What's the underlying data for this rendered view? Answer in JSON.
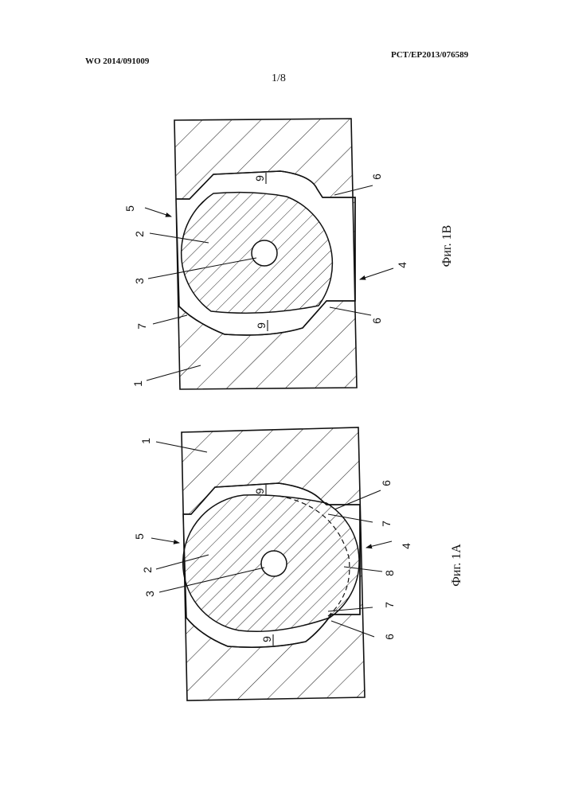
{
  "header": {
    "publication_number": "WO 2014/091009",
    "application_number": "PCT/EP2013/076589",
    "sheet": "1/8"
  },
  "figure_1b": {
    "caption": "Фиг. 1В",
    "labels": {
      "n5": "5",
      "n2": "2",
      "n3": "3",
      "n7": "7",
      "n1": "1",
      "n9_top": "9",
      "n9_bottom": "9",
      "n6_top": "6",
      "n6_bottom": "6",
      "n4": "4"
    }
  },
  "figure_1a": {
    "caption": "Фиг. 1А",
    "labels": {
      "n1": "1",
      "n5": "5",
      "n2": "2",
      "n3": "3",
      "n9_top": "9",
      "n9_bottom": "9",
      "n6_top": "6",
      "n7_top": "7",
      "n4": "4",
      "n8": "8",
      "n7_bottom": "7",
      "n6_bottom": "6"
    }
  }
}
